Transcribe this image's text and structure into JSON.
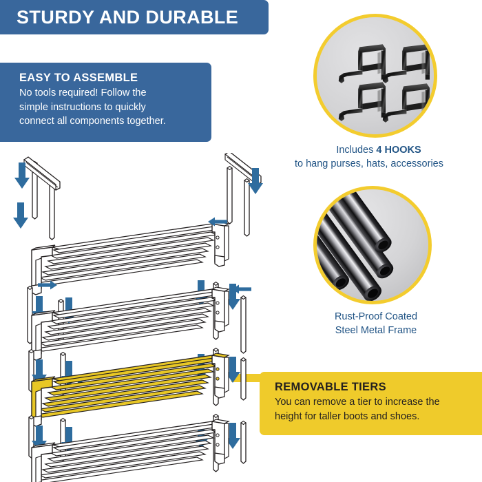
{
  "header": {
    "title": "STURDY AND DURABLE",
    "bg_color": "#39679C",
    "text_color": "#FFFFFF"
  },
  "assemble_card": {
    "title": "EASY TO ASSEMBLE",
    "body_line1": "No tools required!  Follow the",
    "body_line2": "simple instructions to quickly",
    "body_line3": "connect all components together.",
    "bg_color": "#39679C"
  },
  "badges": [
    {
      "id": "hooks",
      "image_alt": "four black s-shaped metal hooks on grey background",
      "caption_line1_prefix": "Includes ",
      "caption_line1_strong": "4 HOOKS",
      "caption_line2": "to hang purses, hats, accessories",
      "ring_color": "#F3CC2E",
      "photo_bg_color": "#D2D2D4",
      "caption_color": "#215485"
    },
    {
      "id": "tubes",
      "image_alt": "four glossy black steel tubes on grey background",
      "caption_line1": "Rust-Proof Coated",
      "caption_line2": "Steel Metal Frame",
      "ring_color": "#F3CC2E",
      "photo_bg_color": "#D2D2D4",
      "caption_color": "#215485"
    }
  ],
  "tiers_card": {
    "title": "REMOVABLE TIERS",
    "body_line1": "You can remove a tier to increase the",
    "body_line2": "height for taller boots and shoes.",
    "bg_color": "#EFCB2B",
    "text_color": "#221F1F"
  },
  "diagram": {
    "description": "Exploded assembly line drawing of a 4-tier shoe rack",
    "highlight_color": "#E8C725",
    "arrow_color": "#2E6C9E",
    "line_color": "#231F20",
    "shelf_count": 4,
    "highlighted_shelf_index": 2,
    "arrow_down_count": 12,
    "arrow_side_count": 4
  }
}
